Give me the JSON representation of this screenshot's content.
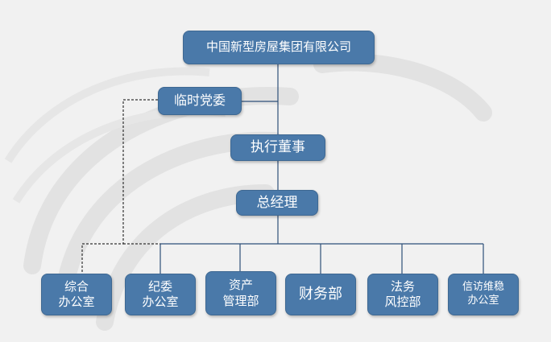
{
  "nodes": {
    "group_company": "中国新型房屋集团有限公司",
    "party_committee": "临时党委",
    "executive_director": "执行董事",
    "general_manager": "总经理",
    "general_office": "综合\n办公室",
    "discipline_office": "纪委\n办公室",
    "asset_management": "资产\n管理部",
    "finance": "财务部",
    "legal_risk": "法务\n风控部",
    "petition_office": "信访维稳\n办公室"
  },
  "colors": {
    "node_fill": "#4a79a9",
    "node_text": "#ffffff",
    "line": "#2e4f79",
    "dashed_line": "#333333",
    "background": "#f1f1f1"
  }
}
